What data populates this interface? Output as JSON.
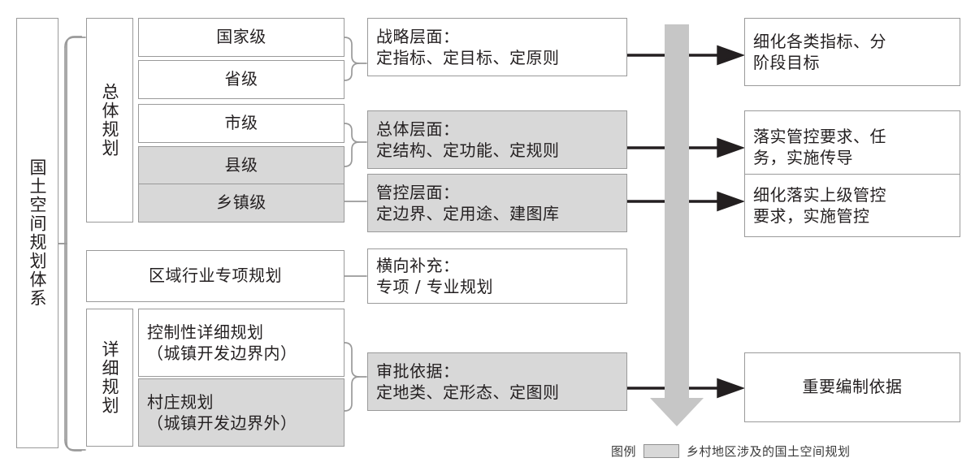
{
  "diagram": {
    "root": {
      "label": "国土空间规划体系"
    },
    "groups": [
      {
        "label": "总体规划"
      },
      {
        "label": "详细规划"
      }
    ],
    "level_boxes": [
      {
        "label": "国家级",
        "shaded": false
      },
      {
        "label": "省级",
        "shaded": false
      },
      {
        "label": "市级",
        "shaded": false
      },
      {
        "label": "县级",
        "shaded": true
      },
      {
        "label": "乡镇级",
        "shaded": true
      }
    ],
    "special_plan": {
      "label": "区域行业专项规划",
      "shaded": false
    },
    "detail_boxes": [
      {
        "line1": "控制性详细规划",
        "line2": "（城镇开发边界内）",
        "shaded": false
      },
      {
        "line1": "村庄规划",
        "line2": "（城镇开发边界外）",
        "shaded": true
      }
    ],
    "aspect_boxes": [
      {
        "line1": "战略层面：",
        "line2": "定指标、定目标、定原则",
        "shaded": false
      },
      {
        "line1": "总体层面：",
        "line2": "定结构、定功能、定规则",
        "shaded": true
      },
      {
        "line1": "管控层面：",
        "line2": "定边界、定用途、建图库",
        "shaded": true
      },
      {
        "line1": "横向补充：",
        "line2": "专项 / 专业规划",
        "shaded": false
      },
      {
        "line1": "审批依据：",
        "line2": "定地类、定形态、定图则",
        "shaded": true
      }
    ],
    "outcome_boxes": [
      {
        "line1": "细化各类指标、分",
        "line2": "阶段目标"
      },
      {
        "line1": "落实管控要求、任",
        "line2": "务，实施传导"
      },
      {
        "line1": "细化落实上级管控",
        "line2": "要求，实施管控"
      },
      {
        "line1": "重要编制依据",
        "line2": ""
      }
    ],
    "flow_arrow": {
      "name": "downward-gradient-arrow"
    },
    "legend": {
      "label": "图例",
      "swatch_color": "#d8d8d8",
      "text": "乡村地区涉及的国土空间规划"
    },
    "colors": {
      "box_border": "#9a9a9a",
      "shaded_fill": "#d8d8d8",
      "connector": "#9a9a9a",
      "arrow_black": "#231f20",
      "flow_arrow": "#c6c6c6",
      "text": "#231f20"
    }
  }
}
